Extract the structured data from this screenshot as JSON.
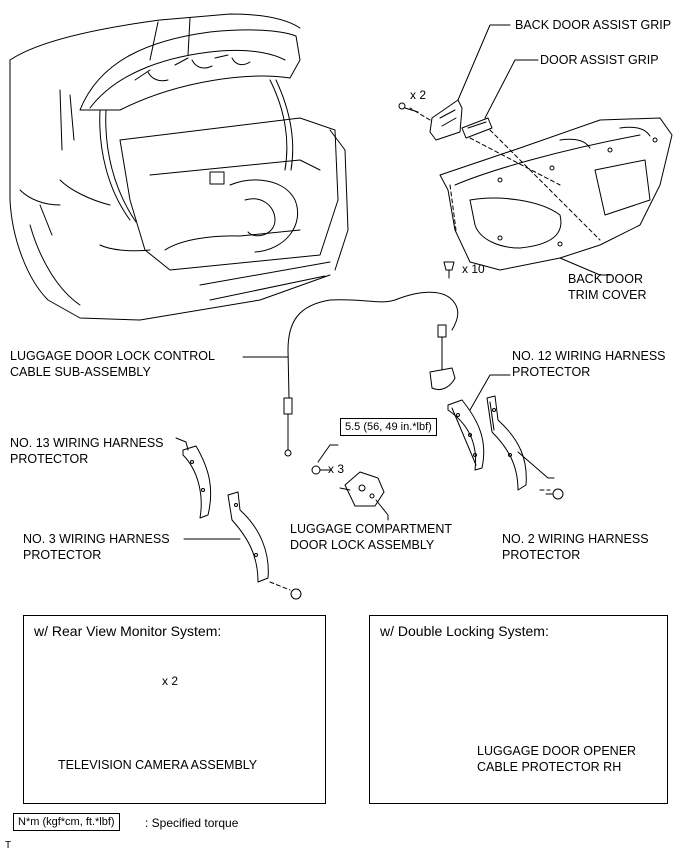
{
  "labels": {
    "back_door_assist_grip": "BACK DOOR ASSIST GRIP",
    "door_assist_grip": "DOOR ASSIST GRIP",
    "back_door_trim_cover_1": "BACK DOOR",
    "back_door_trim_cover_2": "TRIM COVER",
    "luggage_cable_1": "LUGGAGE DOOR LOCK CONTROL",
    "luggage_cable_2": "CABLE SUB-ASSEMBLY",
    "no12_1": "NO. 12 WIRING HARNESS",
    "no12_2": "PROTECTOR",
    "no13_1": "NO. 13 WIRING HARNESS",
    "no13_2": "PROTECTOR",
    "no3_1": "NO. 3 WIRING HARNESS",
    "no3_2": "PROTECTOR",
    "lock_assy_1": "LUGGAGE COMPARTMENT",
    "lock_assy_2": "DOOR LOCK ASSEMBLY",
    "no2_1": "NO. 2 WIRING HARNESS",
    "no2_2": "PROTECTOR"
  },
  "quantities": {
    "grip_screws": "x 2",
    "trim_clips": "x 10",
    "lock_bolts": "x 3",
    "camera_screws": "x 2"
  },
  "torque": {
    "lock_bolt_spec": "5.5 (56, 49 in.*lbf)"
  },
  "panels": {
    "rear_view": {
      "title": "w/ Rear View Monitor System:",
      "part": "TELEVISION CAMERA ASSEMBLY"
    },
    "double_lock": {
      "title": "w/ Double Locking System:",
      "part_1": "LUGGAGE DOOR OPENER",
      "part_2": "CABLE PROTECTOR RH"
    }
  },
  "legend": {
    "unit": "N*m (kgf*cm, ft.*lbf)",
    "text": ": Specified torque"
  },
  "footer": {
    "mark": "T"
  }
}
